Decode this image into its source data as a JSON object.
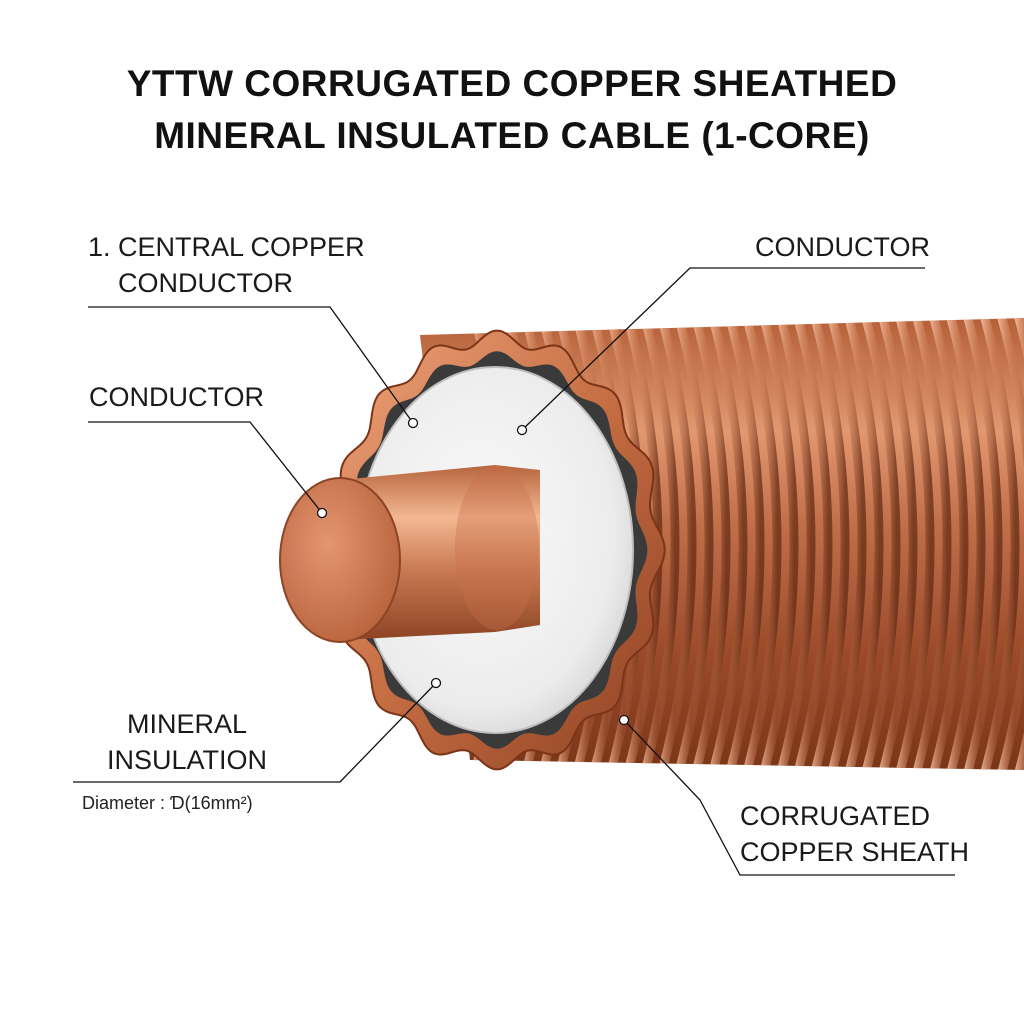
{
  "title": {
    "line1": "YTTW CORRUGATED COPPER SHEATHED",
    "line2": "MINERAL INSULATED CABLE (1-CORE)"
  },
  "labels": {
    "central_conductor_line1": "1. CENTRAL COPPER",
    "central_conductor_line2": "CONDUCTOR",
    "conductor_left": "CONDUCTOR",
    "conductor_right": "CONDUCTOR",
    "mineral_line1": "MINERAL",
    "mineral_line2": "INSULATION",
    "sheath_line1": "CORRUGATED",
    "sheath_line2": "COPPER SHEATH"
  },
  "diameter_note": "Diameter : Ɗ(16mm²)",
  "colors": {
    "copper": "#c8714a",
    "copper_dark": "#8a3f22",
    "copper_light": "#f1b08c",
    "insulation": "#eeeeee",
    "leader_line": "#111111"
  }
}
